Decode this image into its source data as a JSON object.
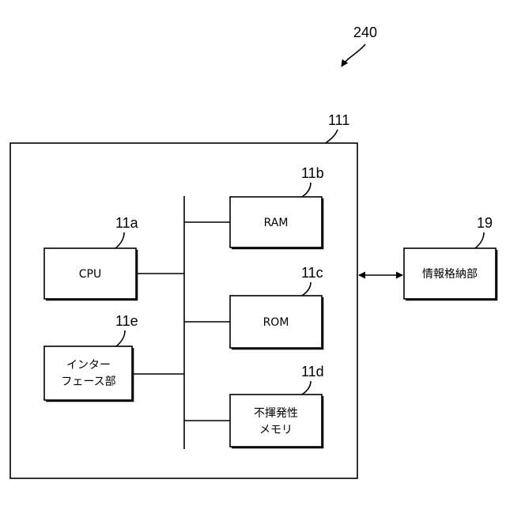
{
  "figure_ref": "240",
  "device": {
    "ref": "111"
  },
  "components": {
    "cpu": {
      "ref": "11a",
      "label": "CPU"
    },
    "ram": {
      "ref": "11b",
      "label": "RAM"
    },
    "rom": {
      "ref": "11c",
      "label": "ROM"
    },
    "nonvolatile": {
      "ref": "11d",
      "label_lines": [
        "不揮発性",
        "メモリ"
      ]
    },
    "interface": {
      "ref": "11e",
      "label_lines": [
        "インター",
        "フェース部"
      ]
    }
  },
  "storage": {
    "ref": "19",
    "label": "情報格納部"
  }
}
